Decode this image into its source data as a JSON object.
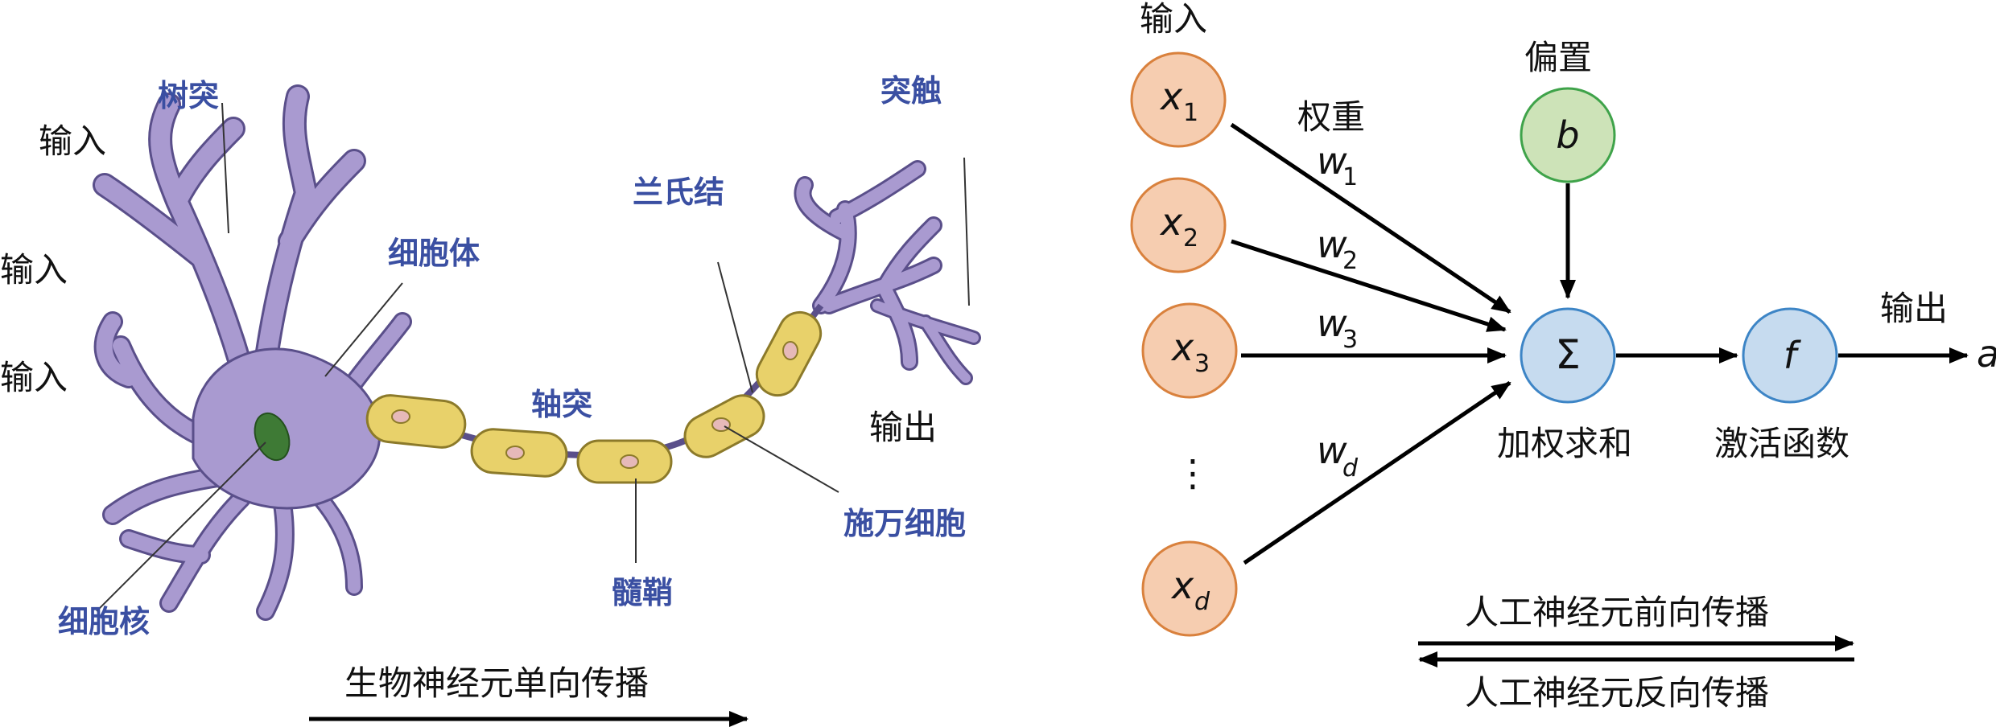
{
  "bio": {
    "inputs": [
      "输入",
      "输入",
      "输入"
    ],
    "dendrite": "树突",
    "soma": "细胞体",
    "nucleus": "细胞核",
    "axon": "轴突",
    "myelin": "髓鞘",
    "node_of_ranvier": "兰氏结",
    "schwann_cell": "施万细胞",
    "synapse": "突触",
    "output": "输出",
    "caption": "生物神经元单向传播"
  },
  "ann": {
    "input_label": "输入",
    "weight_label": "权重",
    "bias_label": "偏置",
    "bias_symbol": "b",
    "inputs": [
      {
        "base": "x",
        "sub": "1"
      },
      {
        "base": "x",
        "sub": "2"
      },
      {
        "base": "x",
        "sub": "3"
      },
      {
        "base": "x",
        "sub": "d"
      }
    ],
    "ellipsis": "⋮",
    "weights": [
      {
        "base": "w",
        "sub": "1"
      },
      {
        "base": "w",
        "sub": "2"
      },
      {
        "base": "w",
        "sub": "3"
      },
      {
        "base": "w",
        "sub": "d"
      }
    ],
    "sum_symbol": "Σ",
    "sum_label": "加权求和",
    "activation_symbol": "f",
    "activation_label": "激活函数",
    "output_label": "输出",
    "output_symbol": "a",
    "forward_caption": "人工神经元前向传播",
    "backward_caption": "人工神经元反向传播"
  },
  "colors": {
    "neuron_body": "#a99ad0",
    "neuron_outline": "#5a4f8a",
    "nucleus": "#3e7a35",
    "myelin": "#e8d16a",
    "myelin_outline": "#8c7a2a",
    "schwann_nucleus": "#e6b9b9",
    "bio_label_blue": "#3a4fa2",
    "input_node_fill": "#f6cdb0",
    "input_node_stroke": "#d9813d",
    "bias_fill": "#cde3b8",
    "bias_stroke": "#3fa34a",
    "sum_fill": "#c6dbef",
    "sum_stroke": "#3d85c6"
  }
}
